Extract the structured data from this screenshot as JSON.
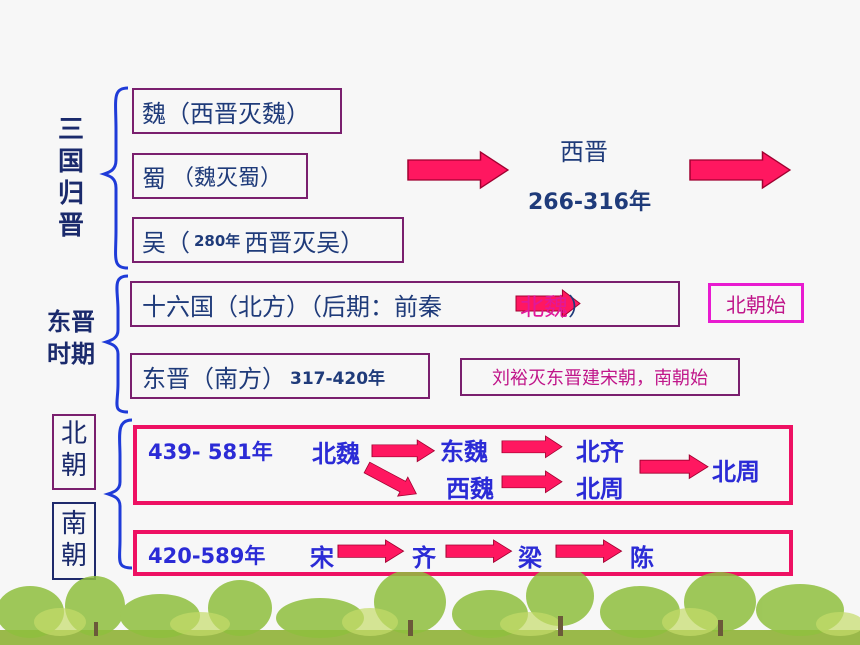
{
  "left_labels": {
    "sanguo": [
      "三",
      "国",
      "归",
      "晋"
    ],
    "dongjin": [
      "东晋",
      "时期"
    ],
    "beichao": [
      "北",
      "朝"
    ],
    "nanchao": [
      "南",
      "朝"
    ]
  },
  "sanguo_boxes": {
    "wei": "魏（西晋灭魏）",
    "shu_main": "蜀",
    "shu_paren": "（魏灭蜀）",
    "wu_main": "吴（",
    "wu_year": "280年",
    "wu_rest": "西晋灭吴）"
  },
  "xijin": {
    "name": "西晋",
    "years": "266-316年"
  },
  "dongjin_boxes": {
    "shiliu_a": "十六国（北方）（后期：",
    "shiliu_b": "前秦",
    "shiliu_c": "北魏",
    "shiliu_d": "）",
    "beichao_start": "北朝始",
    "dongjin_name": "东晋（南方）",
    "dongjin_years": "317-420年",
    "nanchao_start": "刘裕灭东晋建宋朝，南朝始"
  },
  "beichao_row": {
    "years": "439- 581年",
    "beiwei": "北魏",
    "dongwei": "东魏",
    "xiwei": "西魏",
    "beiqi": "北齐",
    "beizhou_a": "北周",
    "beizhou_b": "北周"
  },
  "nanchao_row": {
    "years": "420-589年",
    "song": "宋",
    "qi": "齐",
    "liang": "梁",
    "chen": "陈"
  },
  "colors": {
    "purple_border": "#7a1f6e",
    "pink_border": "#ee1163",
    "magenta_border": "#e81bd0",
    "arrow_fill": "#ff1760",
    "bracket_blue": "#1f3bd8",
    "navy_box": "#1f2a6c"
  }
}
